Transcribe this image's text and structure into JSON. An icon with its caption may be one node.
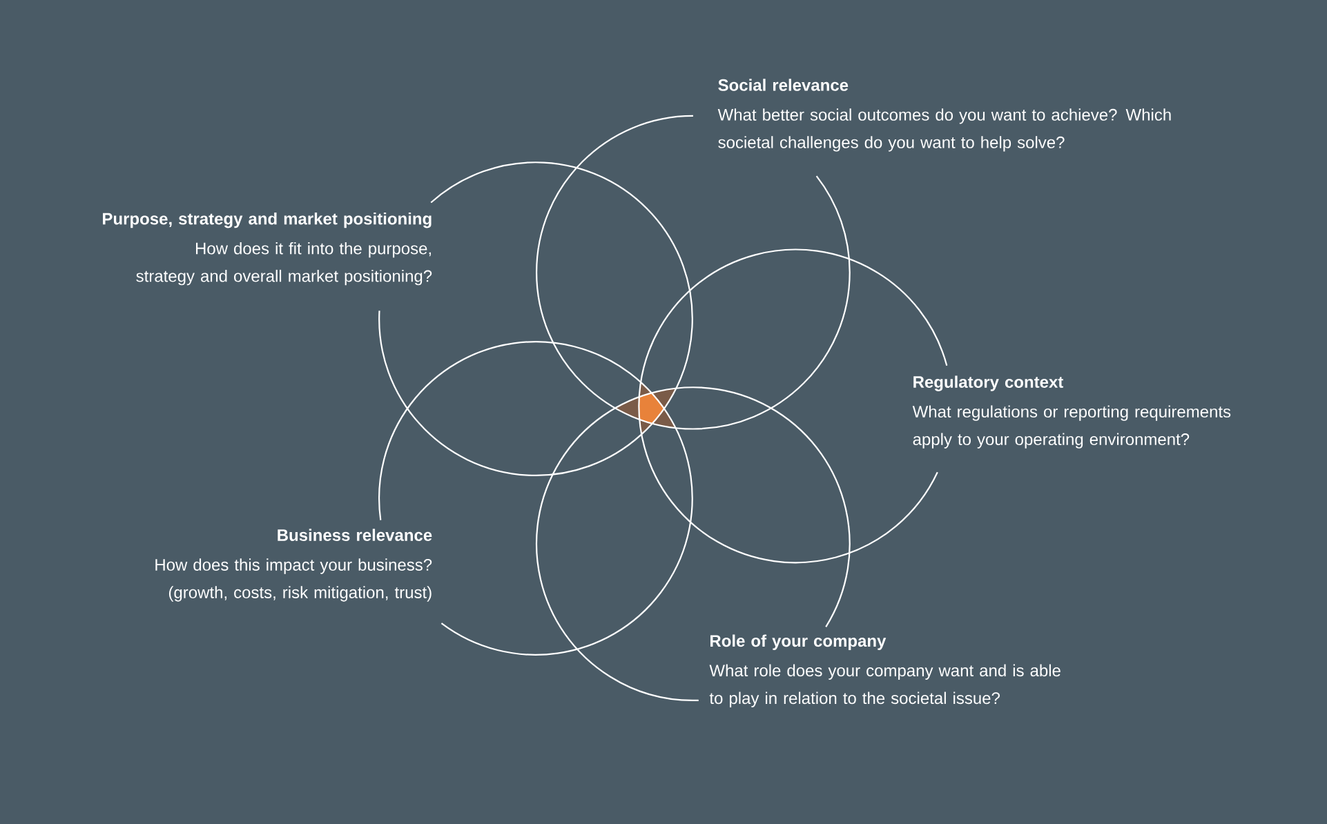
{
  "diagram": {
    "nodes": [
      {
        "text": [
          "Social relevance",
          "What better social outcomes do you want to achieve? Which societal challenges do you want to help solve?"
        ]
      },
      {
        "text": [
          "Purpose, strategy and market positioning",
          "How does it fit into the purpose, strategy and overall market positioning?"
        ]
      },
      {
        "text": [
          "Regulatory context",
          "What regulations or reporting requirements apply to your operating environment?"
        ]
      },
      {
        "text": [
          "Business relevance",
          "How does this impact your business? (growth, costs, risk mitigation, trust)"
        ]
      },
      {
        "text": [
          "Role of your company",
          "What role does your company want and is able to play in relation to the societal issue?"
        ]
      }
    ]
  }
}
